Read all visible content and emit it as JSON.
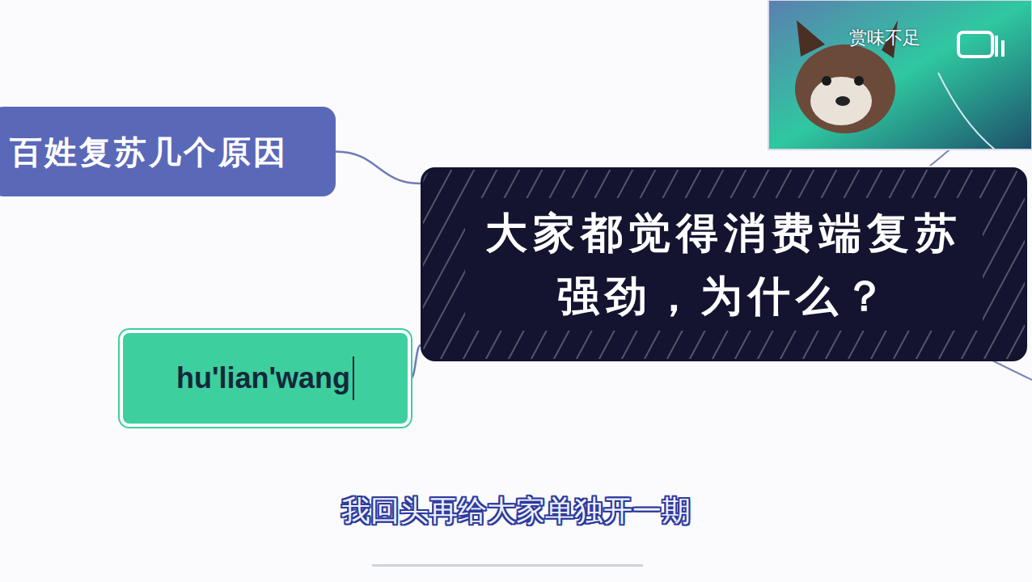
{
  "diagram": {
    "nodes": [
      {
        "text": [
          "百姓复苏几个原因"
        ]
      },
      {
        "text": [
          "大家都觉得消费端复苏强劲，为什么？"
        ]
      },
      {
        "text": [
          "hu'lian'wang"
        ]
      }
    ],
    "edges": [
      {
        "from": 1,
        "to": 0,
        "arrow": "none"
      },
      {
        "from": 1,
        "to": 2,
        "arrow": "none"
      }
    ],
    "labels": [
      "赏味不足",
      "我回头再给大家单独开一期"
    ]
  }
}
